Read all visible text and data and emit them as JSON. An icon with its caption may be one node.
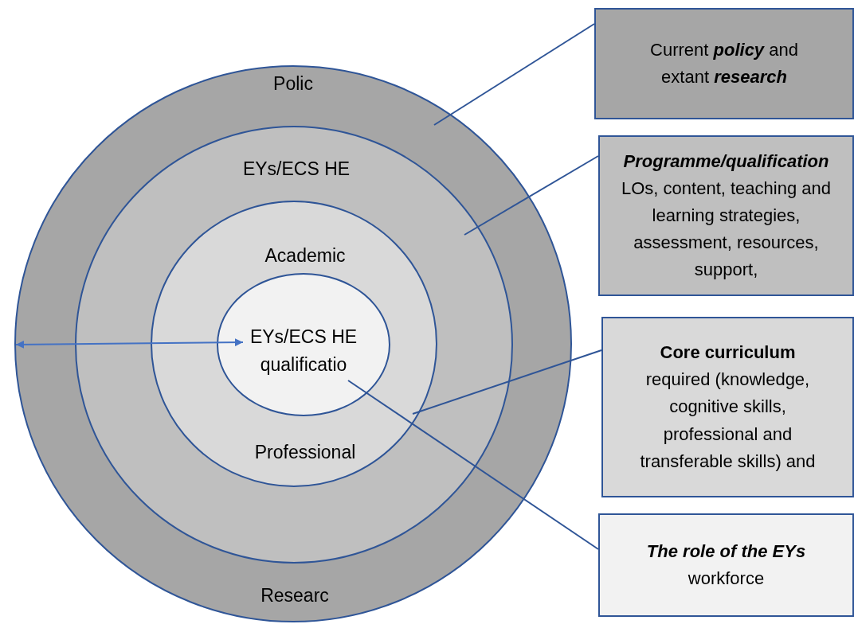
{
  "diagram": {
    "nodes": [
      {
        "text": [
          "Polic",
          "Researc"
        ]
      },
      {
        "text": [
          "EYs/ECS HE"
        ],
        "in": 0
      },
      {
        "text": [
          "Academic",
          "Professional"
        ],
        "in": 1
      },
      {
        "text": [
          "EYs/ECS HE qualificatio"
        ],
        "in": 2
      },
      {
        "text": [
          "Current *policy* and extant *research*"
        ]
      },
      {
        "text": [
          "*Programme/qualification* LOs, content, teaching and learning strategies, assessment, resources, support,"
        ]
      },
      {
        "text": [
          "**Core curriculum** required (knowledge, cognitive skills, professional and transferable skills) and"
        ]
      },
      {
        "text": [
          "*The role of the EYs* workforce"
        ]
      }
    ],
    "edges": [
      {
        "from": 4,
        "to": 0,
        "arrow": "none"
      },
      {
        "from": 5,
        "to": 1,
        "arrow": "none"
      },
      {
        "from": 6,
        "to": 2,
        "arrow": "none"
      },
      {
        "from": 7,
        "to": 3,
        "arrow": "none"
      },
      {
        "from": 0,
        "to": 3,
        "arrow": "both",
        "color": "#4472c4"
      }
    ]
  }
}
